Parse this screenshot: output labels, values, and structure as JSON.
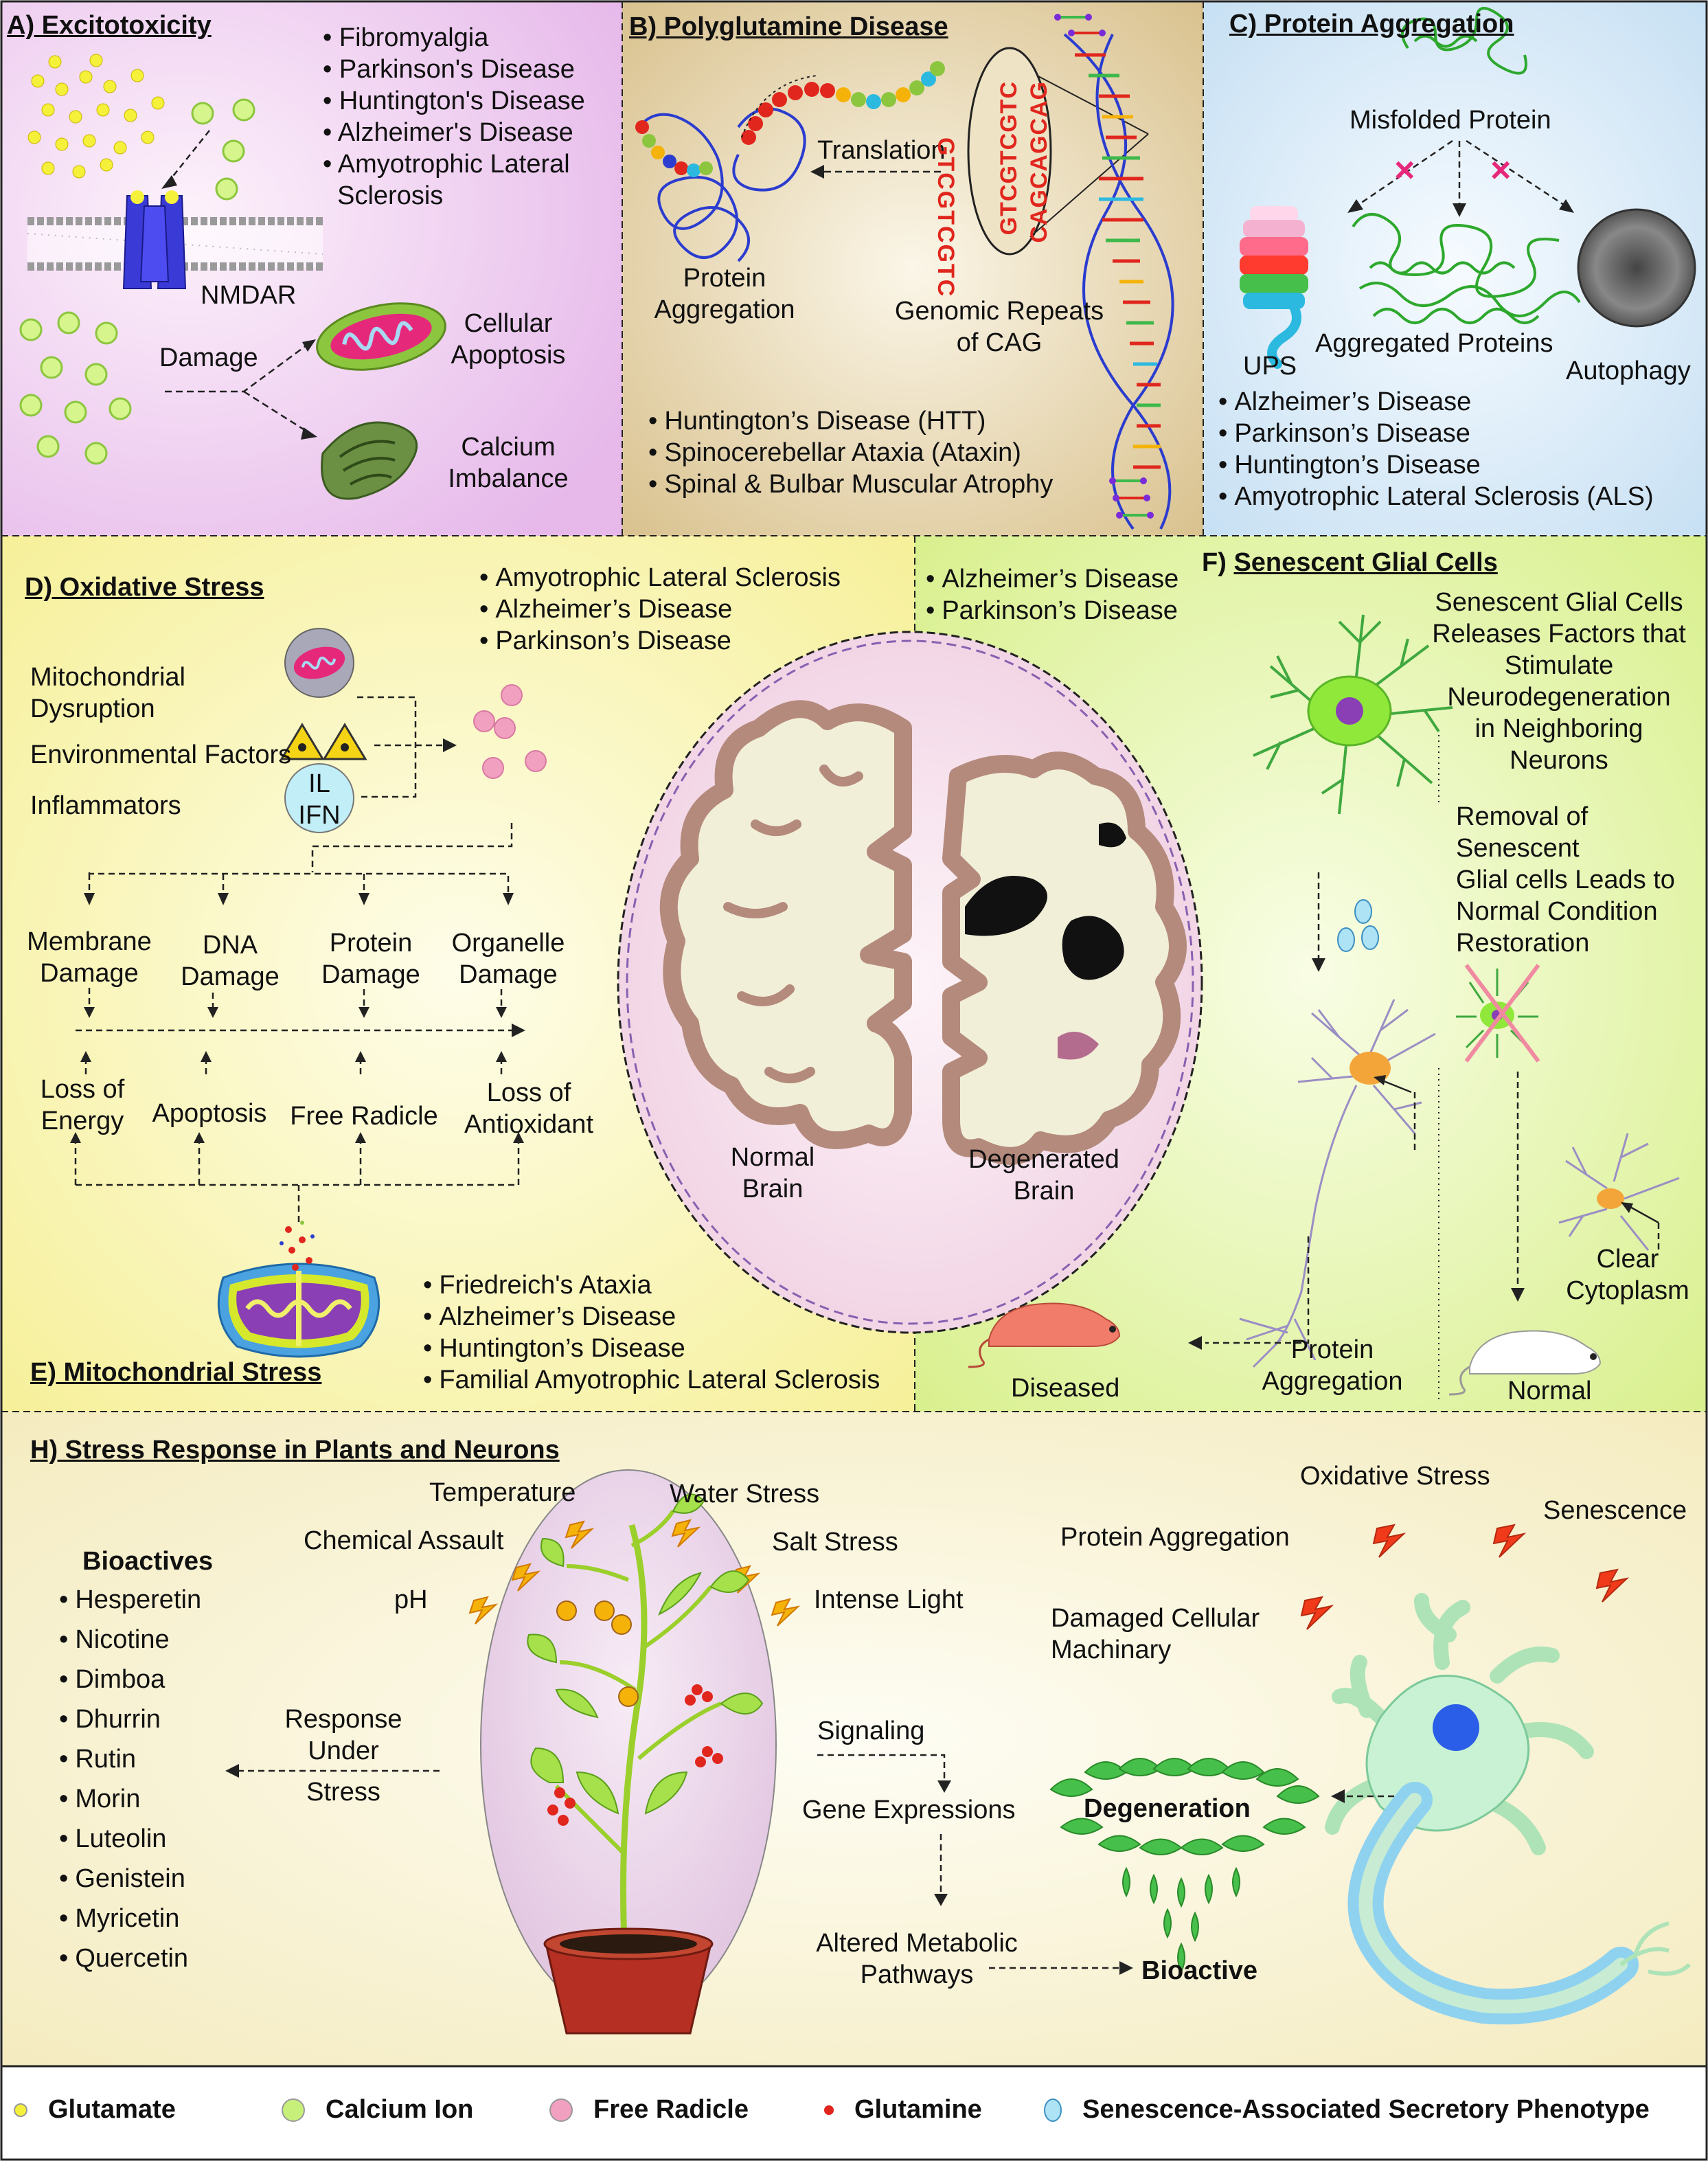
{
  "panelA": {
    "title": "A) Excitotoxicity",
    "diseases": [
      "Fibromyalgia",
      "Parkinson's Disease",
      "Huntington's Disease",
      "Alzheimer's Disease",
      "Amyotrophic Lateral",
      "Sclerosis"
    ],
    "nmdar": "NMDAR",
    "damage": "Damage",
    "apoptosis": [
      "Cellular",
      "Apoptosis"
    ],
    "calcium": [
      "Calcium",
      "Imbalance"
    ]
  },
  "panelB": {
    "title": "B) Polyglutamine  Disease",
    "translation": "Translation",
    "protein_agg": [
      "Protein",
      "Aggregation"
    ],
    "genomic": [
      "Genomic Repeats",
      "of CAG"
    ],
    "seq1": "GTCGTCGTC",
    "seq2": "CAGCAGCAG",
    "diseases": [
      "Huntington’s Disease (HTT)",
      "Spinocerebellar Ataxia (Ataxin)",
      "Spinal & Bulbar Muscular Atrophy"
    ]
  },
  "panelC": {
    "title": "C) Protein Aggregation",
    "misfolded": "Misfolded  Protein",
    "ups": "UPS",
    "aggregated": "Aggregated Proteins",
    "autophagy": "Autophagy",
    "diseases": [
      "Alzheimer’s Disease",
      "Parkinson’s Disease",
      "Huntington’s Disease",
      "Amyotrophic Lateral Sclerosis (ALS)"
    ]
  },
  "panelD": {
    "title": "D) Oxidative Stress",
    "diseases": [
      "Amyotrophic Lateral Sclerosis",
      "Alzheimer’s Disease",
      "Parkinson’s Disease"
    ],
    "mito_dys": [
      "Mitochondrial",
      "Dysruption"
    ],
    "env": "Environmental Factors",
    "infl": "Inflammators",
    "il": "IL",
    "ifn": "IFN",
    "damages": [
      [
        "Membrane",
        "Damage"
      ],
      [
        "DNA",
        "Damage"
      ],
      [
        "Protein",
        "Damage"
      ],
      [
        "Organelle",
        "Damage"
      ]
    ],
    "outcomes": [
      [
        "Loss of",
        "Energy"
      ],
      [
        "Apoptosis"
      ],
      [
        "Free Radicle"
      ],
      [
        "Loss of",
        "Antioxidant"
      ]
    ]
  },
  "panelE": {
    "title": "E) Mitochondrial Stress",
    "diseases": [
      "Friedreich's Ataxia",
      "Alzheimer’s Disease",
      "Huntington’s Disease",
      "Familial Amyotrophic Lateral Sclerosis"
    ]
  },
  "brain": {
    "normal": [
      "Normal",
      "Brain"
    ],
    "degenerated": [
      "Degenerated",
      "Brain"
    ],
    "diseases": [
      "Alzheimer’s Disease",
      "Parkinson’s Disease"
    ]
  },
  "panelF": {
    "title": "F) Senescent Glial Cells",
    "release": [
      "Senescent Glial Cells",
      "Releases Factors that",
      "Stimulate",
      "Neurodegeneration",
      "in Neighboring",
      "Neurons"
    ],
    "removal": [
      "Removal of",
      "Senescent",
      "Glial cells Leads to",
      "Normal Condition",
      "Restoration"
    ],
    "clear": [
      "Clear",
      "Cytoplasm"
    ],
    "protein_agg": [
      "Protein",
      "Aggregation"
    ],
    "diseased": "Diseased",
    "normal": "Normal"
  },
  "panelH": {
    "title": "H) Stress Response in Plants and Neurons",
    "bioactives_title": "Bioactives",
    "bioactives": [
      "Hesperetin",
      "Nicotine",
      "Dimboa",
      "Dhurrin",
      "Rutin",
      "Morin",
      "Luteolin",
      "Genistein",
      "Myricetin",
      "Quercetin"
    ],
    "stresses": {
      "temperature": "Temperature",
      "water": "Water Stress",
      "chemical": "Chemical Assault",
      "salt": "Salt Stress",
      "ph": "pH",
      "light": "Intense Light"
    },
    "response": [
      "Response",
      "Under",
      "Stress"
    ],
    "signaling": "Signaling",
    "gene": "Gene Expressions",
    "altered": [
      "Altered Metabolic",
      "Pathways"
    ],
    "degeneration": "Degeneration",
    "bioactive": "Bioactive",
    "neuron_stress": {
      "oxidative": "Oxidative Stress",
      "senescence": "Senescence",
      "protein": "Protein Aggregation",
      "damaged": [
        "Damaged Cellular",
        "Machinary"
      ]
    }
  },
  "legend": [
    {
      "label": "Glutamate",
      "color": "#f5f03a"
    },
    {
      "label": "Calcium Ion",
      "color": "#c6f07a"
    },
    {
      "label": "Free Radicle",
      "color": "#f2a0c0"
    },
    {
      "label": "Glutamine",
      "color": "#e0261d"
    },
    {
      "label": "Senescence-Associated Secretory Phenotype",
      "color": "#aee3f5"
    }
  ],
  "colors": {
    "panelA": "#ecc8ef",
    "panelB": "#e3d1a6",
    "panelC": "#d4e8f6",
    "panelD": "#fbf7b6",
    "panelF": "#e5f6b2",
    "panelH": "#f9f3d2",
    "brain": "#f4ddea"
  }
}
